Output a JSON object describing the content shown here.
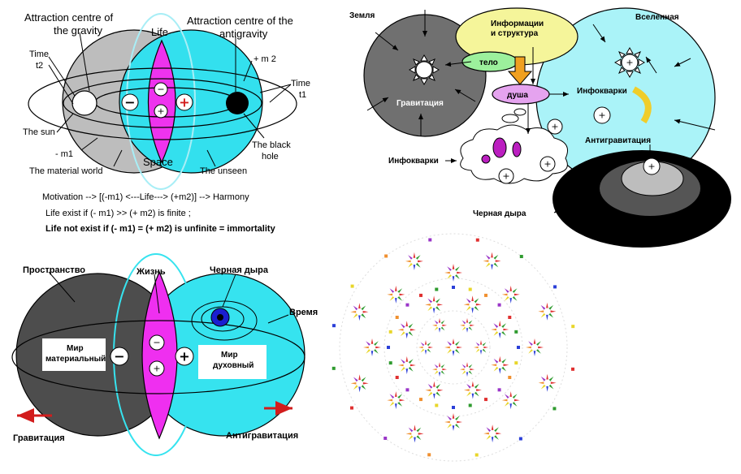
{
  "panel1": {
    "attraction_gravity_1": "Attraction centre of",
    "attraction_gravity_2": "the gravity",
    "life": "Life",
    "attraction_antigravity_1": "Attraction centre of the",
    "attraction_antigravity_2": "antigravity",
    "time_t2_1": "Time",
    "time_t2_2": "t2",
    "plus_m2": "+ m 2",
    "time_t1_1": "Time",
    "time_t1_2": "t1",
    "the_sun": "The sun",
    "minus_m1": "- m1",
    "the_black_hole_1": "The black",
    "the_black_hole_2": "hole",
    "material_world": "The material world",
    "space": "Space",
    "unseen": "The unseen",
    "motivation": "Motivation --> [(-m1) <---Life---> (+m2)] --> Harmony",
    "life_exist": "Life exist if (- m1) >> (+ m2) is finite ;",
    "life_not_exist": "Life not exist if (- m1) = (+ m2) is unfinite = immortality",
    "sign_minus": "−",
    "sign_plus": "+",
    "colors": {
      "gray": "#bdbdbd",
      "cyan": "#33e0ee",
      "magenta": "#ee33ee"
    }
  },
  "panel2": {
    "zemlya": "Земля",
    "info_struct_1": "Информации",
    "info_struct_2": "и структура",
    "vselennaya": "Вселенная",
    "telo": "тело",
    "dusha": "душа",
    "infokvarki_r": "Инфокварки",
    "gravitatsiya": "Гравитация",
    "antigravitatsiya": "Антигравитация",
    "infokvarki_l": "Инфокварки",
    "chernaya_dyra": "Черная дыра",
    "colors": {
      "dark": "#707070",
      "yellow": "#f5f59a",
      "green": "#9cf09c",
      "violet": "#e5a3ef",
      "cyan": "#aaf3f8"
    }
  },
  "panel3": {
    "prostranstvo": "Пространство",
    "zhizn": "Жизнь",
    "chernaya_dyra": "Черная дыра",
    "vremya": "Время",
    "mir_mat_1": "Мир",
    "mir_mat_2": "материальный",
    "mir_duh_1": "Мир",
    "mir_duh_2": "духовный",
    "gravitatsiya": "Гравитация",
    "antigravitatsiya": "Антигравитация",
    "colors": {
      "dark": "#4d4d4d",
      "cyan": "#36e3ef",
      "magenta": "#ef2ff0",
      "red": "#d21c1c"
    }
  },
  "panel4": {
    "palette": [
      "#e03030",
      "#2f9b2f",
      "#2b3fd8",
      "#e8d62a",
      "#f09030",
      "#9a35c8"
    ]
  }
}
